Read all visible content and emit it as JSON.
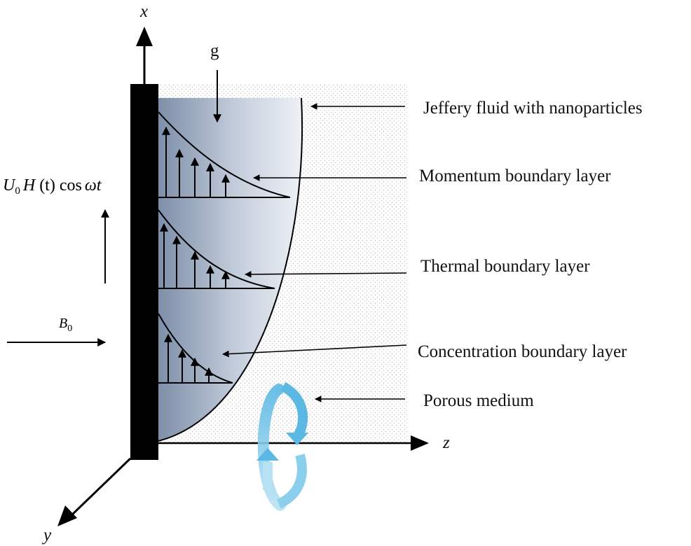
{
  "axes": {
    "x_label": "x",
    "y_label": "y",
    "z_label": "z"
  },
  "gravity_label": "g",
  "wall_velocity": {
    "U": "U",
    "sub": "0",
    "H": "H",
    "t_expr": "(t)",
    "cos": "cos",
    "omega": "ω",
    "t": "t"
  },
  "magnetic_field": {
    "B": "B",
    "sub": "0"
  },
  "labels": {
    "fluid": "Jeffery fluid with nanoparticles",
    "momentum": "Momentum boundary layer",
    "thermal": "Thermal boundary layer",
    "concentration": "Concentration boundary layer",
    "porous": "Porous medium"
  },
  "colors": {
    "fluid_dark": "#7e8fa9",
    "fluid_light": "#eef1f6",
    "rotation_arrow": "#6fc3e6",
    "wall": "#000000"
  }
}
